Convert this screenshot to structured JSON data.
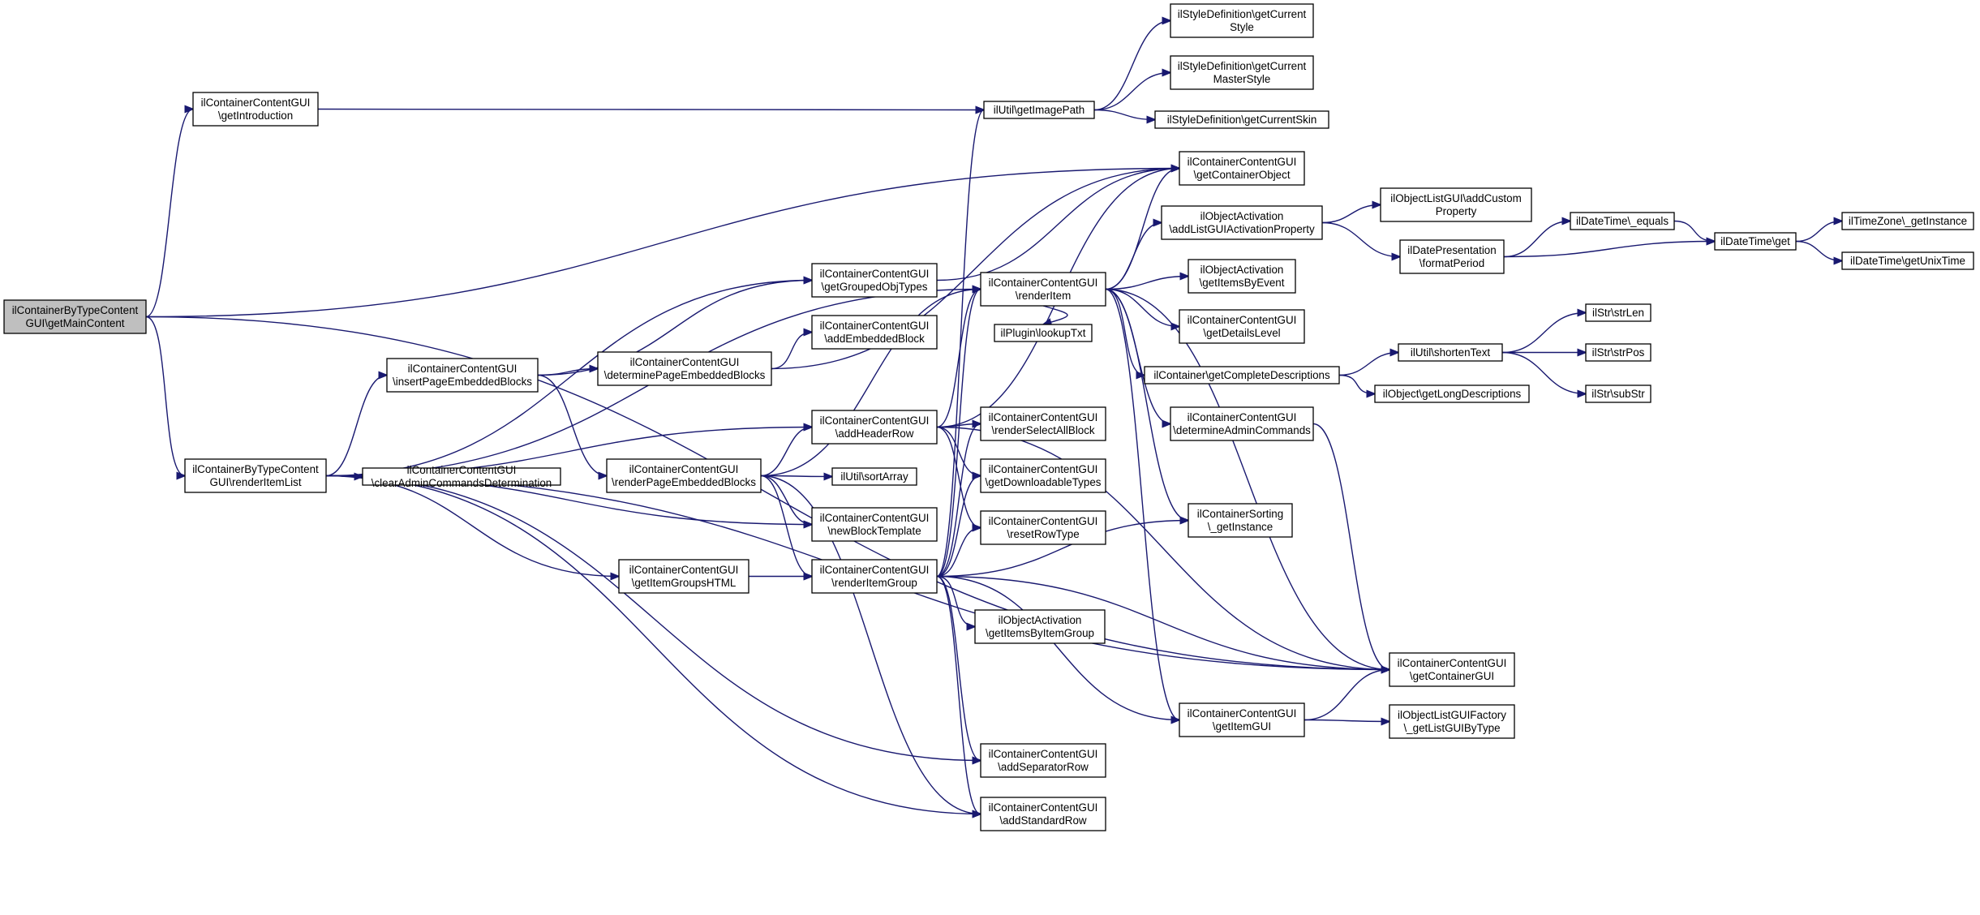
{
  "colors": {
    "edge": "#191970",
    "node_border": "#000000",
    "node_fill": "#ffffff",
    "root_fill": "#bfbfbf"
  },
  "nodes": {
    "root": {
      "lines": [
        "ilContainerByTypeContent",
        "GUI\\getMainContent"
      ],
      "root": true
    },
    "intro": {
      "lines": [
        "ilContainerContentGUI",
        "\\getIntroduction"
      ]
    },
    "rel": {
      "lines": [
        "ilContainerByTypeContent",
        "GUI\\renderItemList"
      ]
    },
    "img": {
      "lines": [
        "ilUtil\\getImagePath"
      ]
    },
    "scs": {
      "lines": [
        "ilStyleDefinition\\getCurrent",
        "Style"
      ]
    },
    "scms": {
      "lines": [
        "ilStyleDefinition\\getCurrent",
        "MasterStyle"
      ]
    },
    "scsk": {
      "lines": [
        "ilStyleDefinition\\getCurrentSkin"
      ]
    },
    "gco": {
      "lines": [
        "ilContainerContentGUI",
        "\\getContainerObject"
      ]
    },
    "gcg": {
      "lines": [
        "ilContainerContentGUI",
        "\\getContainerGUI"
      ]
    },
    "got": {
      "lines": [
        "ilContainerContentGUI",
        "\\getGroupedObjTypes"
      ]
    },
    "ipeb": {
      "lines": [
        "ilContainerContentGUI",
        "\\insertPageEmbeddedBlocks"
      ]
    },
    "dpeb": {
      "lines": [
        "ilContainerContentGUI",
        "\\determinePageEmbeddedBlocks"
      ]
    },
    "aeb": {
      "lines": [
        "ilContainerContentGUI",
        "\\addEmbeddedBlock"
      ]
    },
    "rpeb": {
      "lines": [
        "ilContainerContentGUI",
        "\\renderPageEmbeddedBlocks"
      ]
    },
    "cacd": {
      "lines": [
        "ilContainerContentGUI",
        "\\clearAdminCommandsDetermination"
      ]
    },
    "ahr": {
      "lines": [
        "ilContainerContentGUI",
        "\\addHeaderRow"
      ]
    },
    "nbt": {
      "lines": [
        "ilContainerContentGUI",
        "\\newBlockTemplate"
      ]
    },
    "gigh": {
      "lines": [
        "ilContainerContentGUI",
        "\\getItemGroupsHTML"
      ]
    },
    "rig": {
      "lines": [
        "ilContainerContentGUI",
        "\\renderItemGroup"
      ]
    },
    "ri": {
      "lines": [
        "ilContainerContentGUI",
        "\\renderItem"
      ]
    },
    "sort": {
      "lines": [
        "ilUtil\\sortArray"
      ]
    },
    "plug": {
      "lines": [
        "ilPlugin\\lookupTxt"
      ]
    },
    "rsab": {
      "lines": [
        "ilContainerContentGUI",
        "\\renderSelectAllBlock"
      ]
    },
    "gdt": {
      "lines": [
        "ilContainerContentGUI",
        "\\getDownloadableTypes"
      ]
    },
    "rrt": {
      "lines": [
        "ilContainerContentGUI",
        "\\resetRowType"
      ]
    },
    "gibig": {
      "lines": [
        "ilObjectActivation",
        "\\getItemsByItemGroup"
      ]
    },
    "asr": {
      "lines": [
        "ilContainerContentGUI",
        "\\addSeparatorRow"
      ]
    },
    "astd": {
      "lines": [
        "ilContainerContentGUI",
        "\\addStandardRow"
      ]
    },
    "alap": {
      "lines": [
        "ilObjectActivation",
        "\\addListGUIActivationProperty"
      ]
    },
    "gibe": {
      "lines": [
        "ilObjectActivation",
        "\\getItemsByEvent"
      ]
    },
    "gdl": {
      "lines": [
        "ilContainerContentGUI",
        "\\getDetailsLevel"
      ]
    },
    "gcd": {
      "lines": [
        "ilContainer\\getCompleteDescriptions"
      ]
    },
    "dac": {
      "lines": [
        "ilContainerContentGUI",
        "\\determineAdminCommands"
      ]
    },
    "sgi": {
      "lines": [
        "ilContainerSorting",
        "\\_getInstance"
      ]
    },
    "gig": {
      "lines": [
        "ilContainerContentGUI",
        "\\getItemGUI"
      ]
    },
    "olac": {
      "lines": [
        "ilObjectListGUI\\addCustom",
        "Property"
      ]
    },
    "fp": {
      "lines": [
        "ilDatePresentation",
        "\\formatPeriod"
      ]
    },
    "st": {
      "lines": [
        "ilUtil\\shortenText"
      ]
    },
    "gld": {
      "lines": [
        "ilObject\\getLongDescriptions"
      ]
    },
    "olgf": {
      "lines": [
        "ilObjectListGUIFactory",
        "\\_getListGUIByType"
      ]
    },
    "deq": {
      "lines": [
        "ilDateTime\\_equals"
      ]
    },
    "dget": {
      "lines": [
        "ilDateTime\\get"
      ]
    },
    "tz": {
      "lines": [
        "ilTimeZone\\_getInstance"
      ]
    },
    "unix": {
      "lines": [
        "ilDateTime\\getUnixTime"
      ]
    },
    "slen": {
      "lines": [
        "ilStr\\strLen"
      ]
    },
    "spos": {
      "lines": [
        "ilStr\\strPos"
      ]
    },
    "ssub": {
      "lines": [
        "ilStr\\subStr"
      ]
    }
  },
  "edges": [
    [
      "root",
      "intro"
    ],
    [
      "root",
      "rel"
    ],
    [
      "root",
      "gco"
    ],
    [
      "root",
      "gcg"
    ],
    [
      "intro",
      "img"
    ],
    [
      "img",
      "scs"
    ],
    [
      "img",
      "scms"
    ],
    [
      "img",
      "scsk"
    ],
    [
      "rel",
      "cacd"
    ],
    [
      "rel",
      "ipeb"
    ],
    [
      "rel",
      "got"
    ],
    [
      "rel",
      "ahr"
    ],
    [
      "rel",
      "nbt"
    ],
    [
      "rel",
      "gigh"
    ],
    [
      "rel",
      "ri"
    ],
    [
      "rel",
      "asr"
    ],
    [
      "rel",
      "astd"
    ],
    [
      "rel",
      "gcg"
    ],
    [
      "ipeb",
      "got"
    ],
    [
      "ipeb",
      "dpeb"
    ],
    [
      "ipeb",
      "rpeb"
    ],
    [
      "dpeb",
      "aeb"
    ],
    [
      "dpeb",
      "gco"
    ],
    [
      "got",
      "gco"
    ],
    [
      "rpeb",
      "ahr"
    ],
    [
      "rpeb",
      "sort"
    ],
    [
      "rpeb",
      "nbt"
    ],
    [
      "rpeb",
      "rig"
    ],
    [
      "rpeb",
      "ri"
    ],
    [
      "rpeb",
      "astd"
    ],
    [
      "gigh",
      "rig"
    ],
    [
      "ahr",
      "rsab"
    ],
    [
      "ahr",
      "gdt"
    ],
    [
      "ahr",
      "rrt"
    ],
    [
      "ahr",
      "ri"
    ],
    [
      "ahr",
      "gco"
    ],
    [
      "ahr",
      "gcg"
    ],
    [
      "rig",
      "ri"
    ],
    [
      "rig",
      "gibig"
    ],
    [
      "rig",
      "rsab"
    ],
    [
      "rig",
      "gdt"
    ],
    [
      "rig",
      "rrt"
    ],
    [
      "rig",
      "sgi"
    ],
    [
      "rig",
      "asr"
    ],
    [
      "rig",
      "astd"
    ],
    [
      "rig",
      "img"
    ],
    [
      "rig",
      "gig"
    ],
    [
      "rig",
      "gcg"
    ],
    [
      "ri",
      "gco"
    ],
    [
      "ri",
      "alap"
    ],
    [
      "ri",
      "gibe"
    ],
    [
      "ri",
      "gdl"
    ],
    [
      "ri",
      "gcd"
    ],
    [
      "ri",
      "dac"
    ],
    [
      "ri",
      "sgi"
    ],
    [
      "ri",
      "gig"
    ],
    [
      "ri",
      "plug"
    ],
    [
      "ri",
      "gcg"
    ],
    [
      "alap",
      "olac"
    ],
    [
      "alap",
      "fp"
    ],
    [
      "fp",
      "deq"
    ],
    [
      "fp",
      "dget"
    ],
    [
      "deq",
      "dget"
    ],
    [
      "dget",
      "tz"
    ],
    [
      "dget",
      "unix"
    ],
    [
      "gcd",
      "st"
    ],
    [
      "gcd",
      "gld"
    ],
    [
      "st",
      "slen"
    ],
    [
      "st",
      "spos"
    ],
    [
      "st",
      "ssub"
    ],
    [
      "dac",
      "gcg"
    ],
    [
      "gig",
      "gcg"
    ],
    [
      "gig",
      "olgf"
    ]
  ]
}
